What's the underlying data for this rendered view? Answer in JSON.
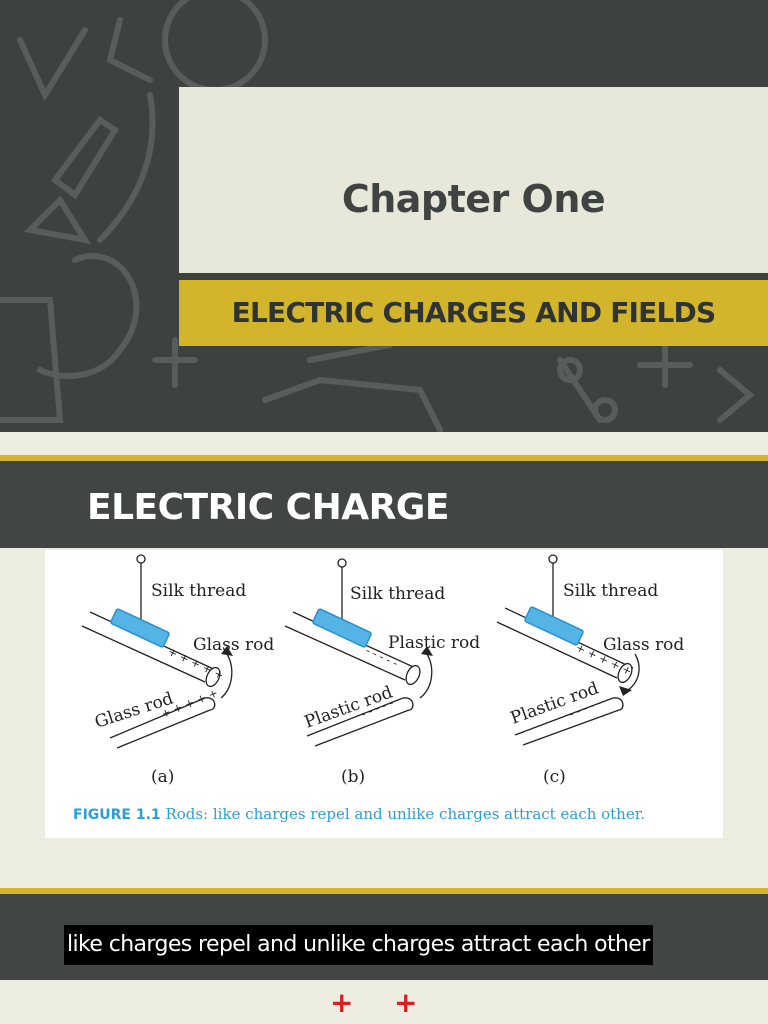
{
  "slide1": {
    "title": "Chapter One",
    "subtitle": "ELECTRIC CHARGES AND FIELDS"
  },
  "slide2": {
    "heading": "ELECTRIC CHARGE",
    "figure": {
      "panels": [
        {
          "thread_label": "Silk thread",
          "hanging_rod_label": "Glass rod",
          "held_rod_label": "Glass rod",
          "panel_label": "(a)",
          "hanging_charge": "+ + + + +",
          "held_charge": "+ + + + +"
        },
        {
          "thread_label": "Silk thread",
          "hanging_rod_label": "Plastic rod",
          "held_rod_label": "Plastic rod",
          "panel_label": "(b)",
          "hanging_charge": "- - - - -",
          "held_charge": "- - - - -"
        },
        {
          "thread_label": "Silk thread",
          "hanging_rod_label": "Glass rod",
          "held_rod_label": "Plastic rod",
          "panel_label": "(c)",
          "hanging_charge": "+ + + + +",
          "held_charge": "- - - - -"
        }
      ],
      "caption_number": "FIGURE 1.1",
      "caption_text": "Rods: like charges repel and unlike charges attract each other."
    }
  },
  "slide3": {
    "statement": "like charges repel and unlike charges attract each other",
    "symbols": [
      "+",
      "+"
    ],
    "symbol_color": "#e01b1b"
  },
  "colors": {
    "chalkboard": "#3d4240",
    "accent_gold": "#d3b52c",
    "title_box": "#e7e8da",
    "caption_blue": "#2a9fd6",
    "rod_blue": "#54b4e6"
  }
}
